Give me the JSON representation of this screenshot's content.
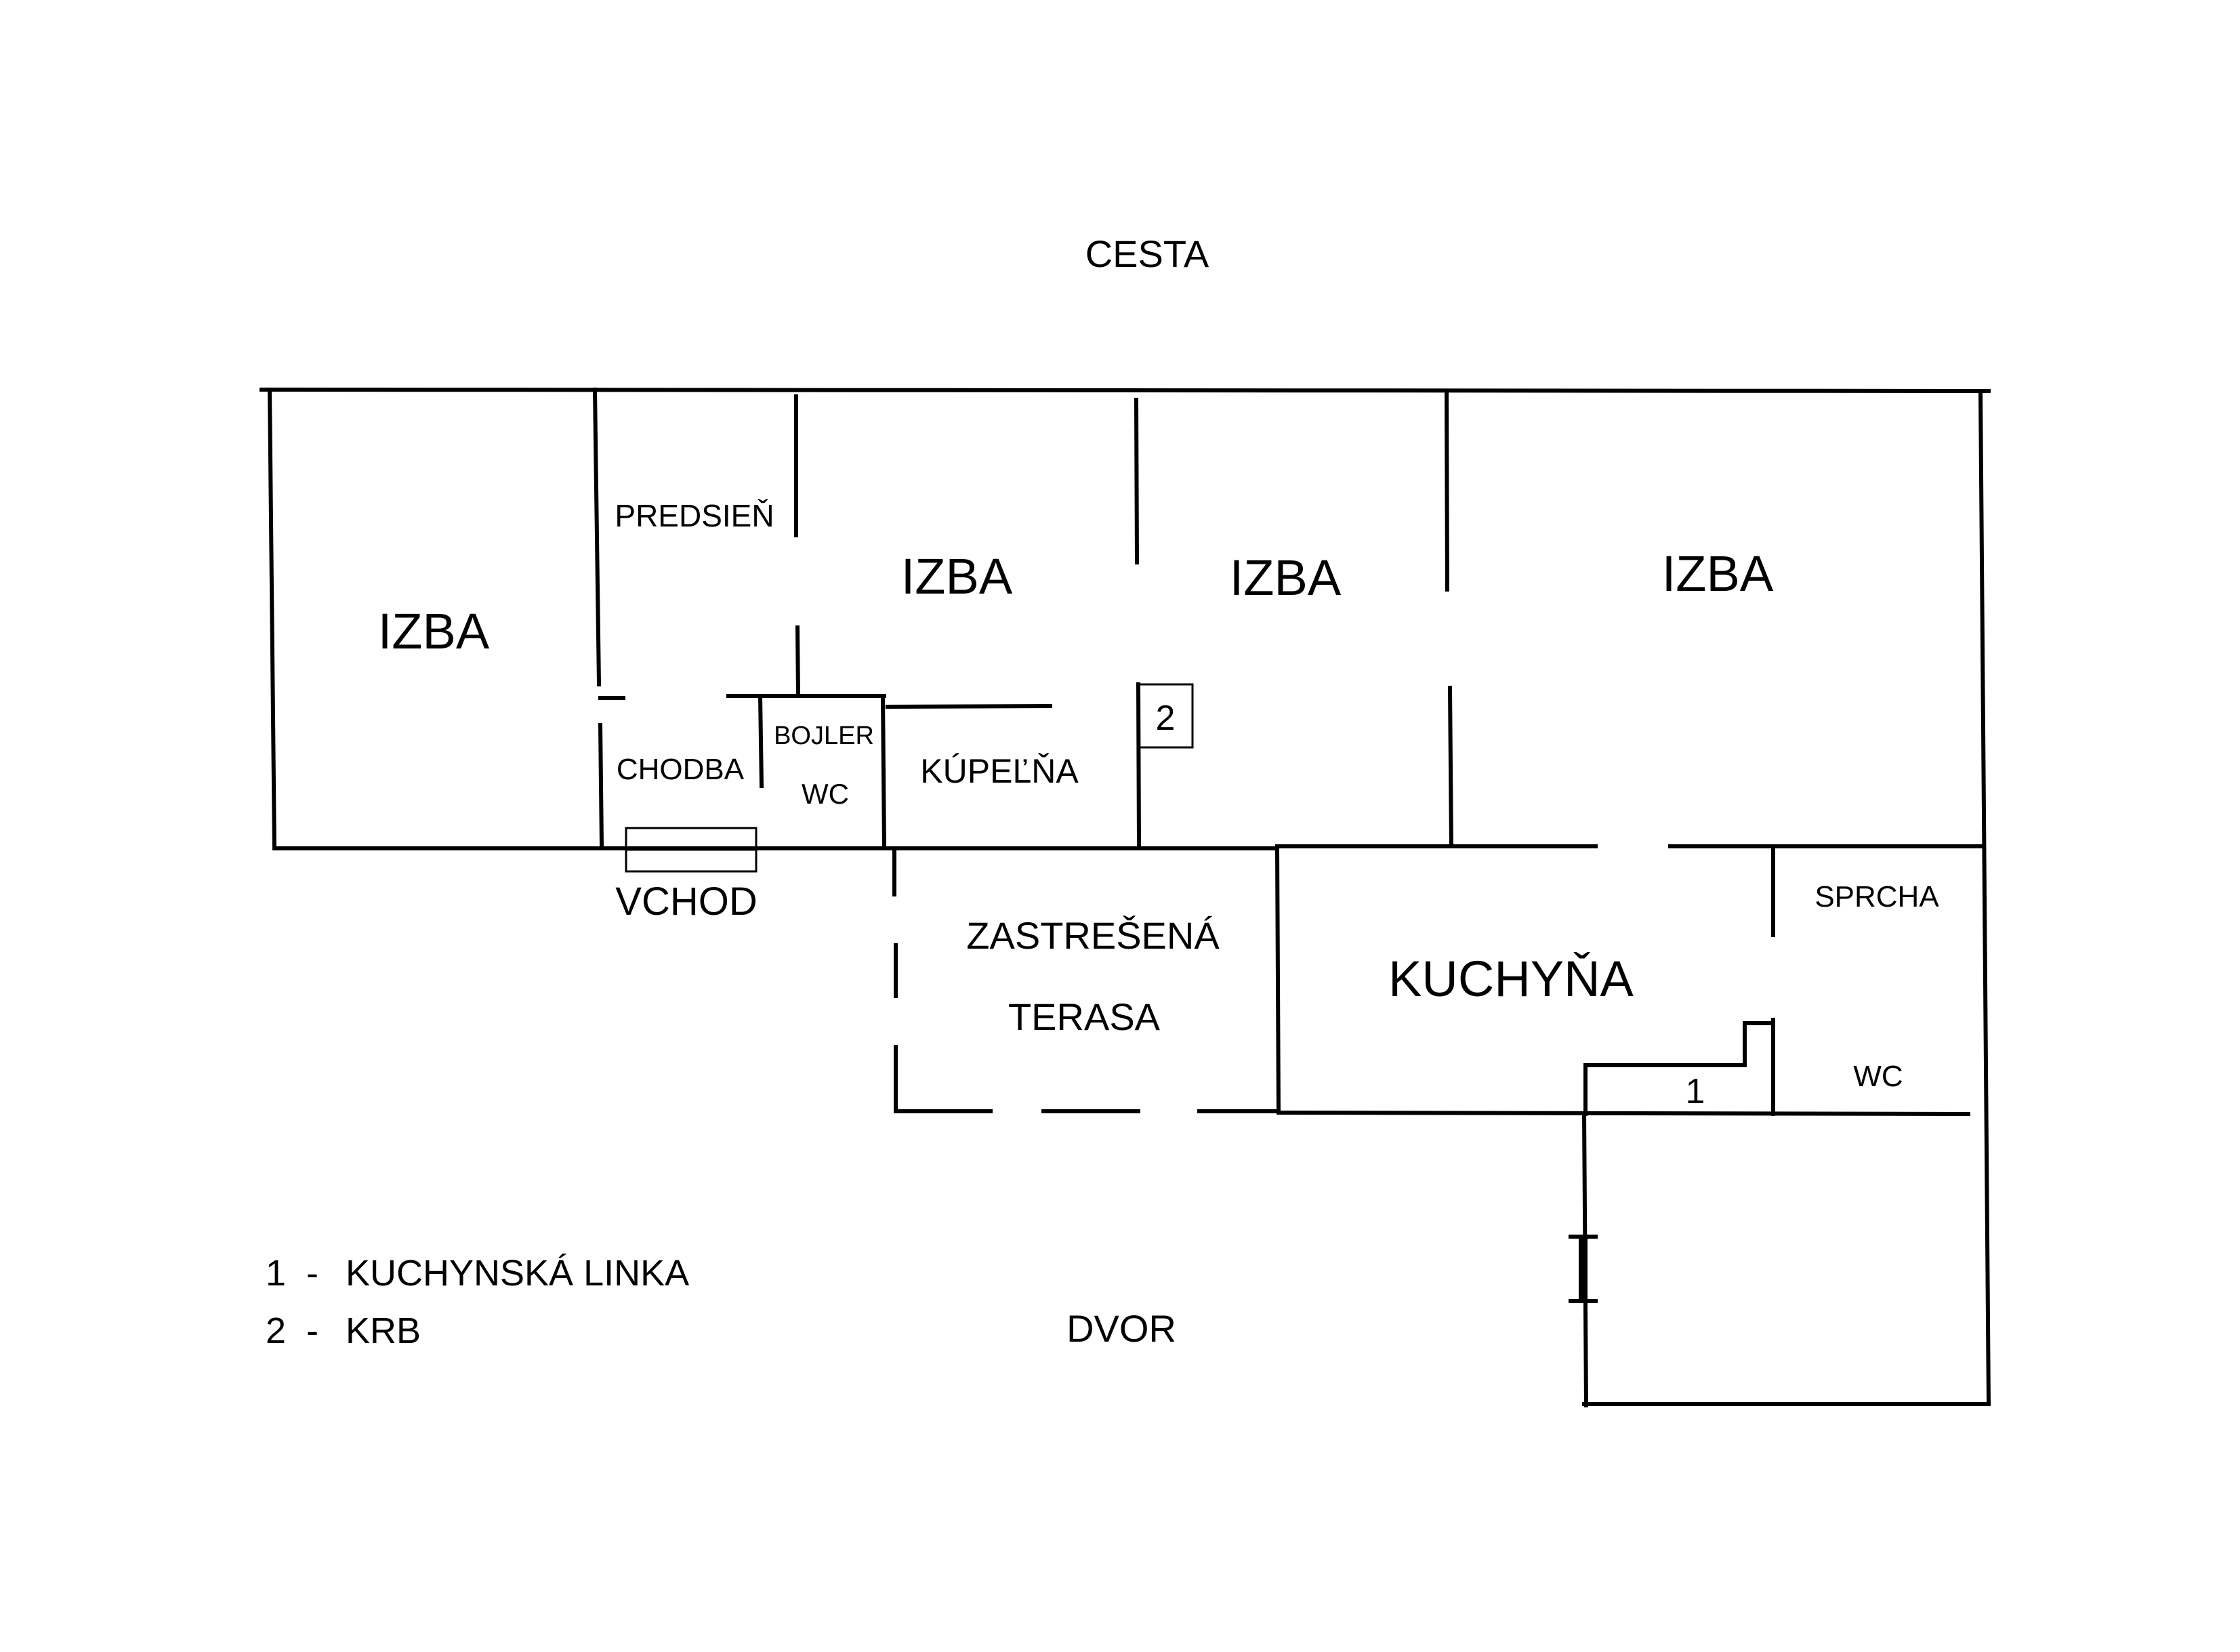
{
  "labels": {
    "road": "CESTA",
    "yard": "DVOR",
    "room_1": "IZBA",
    "room_2": "IZBA",
    "room_3": "IZBA",
    "room_4": "IZBA",
    "hall": "PREDSIEŇ",
    "corridor": "CHODBA",
    "boiler": "BOJLER",
    "wc_1": "WC",
    "bathroom": "KÚPEĽŇA",
    "entrance": "VCHOD",
    "terrace_1": "ZASTREŠENÁ",
    "terrace_2": "TERASA",
    "kitchen": "KUCHYŇA",
    "shower": "SPRCHA",
    "wc_2": "WC",
    "marker_1": "1",
    "marker_2": "2"
  },
  "legend": [
    {
      "num": "1",
      "sep": "-",
      "text": "KUCHYNSKÁ LINKA"
    },
    {
      "num": "2",
      "sep": "-",
      "text": "KRB"
    }
  ]
}
